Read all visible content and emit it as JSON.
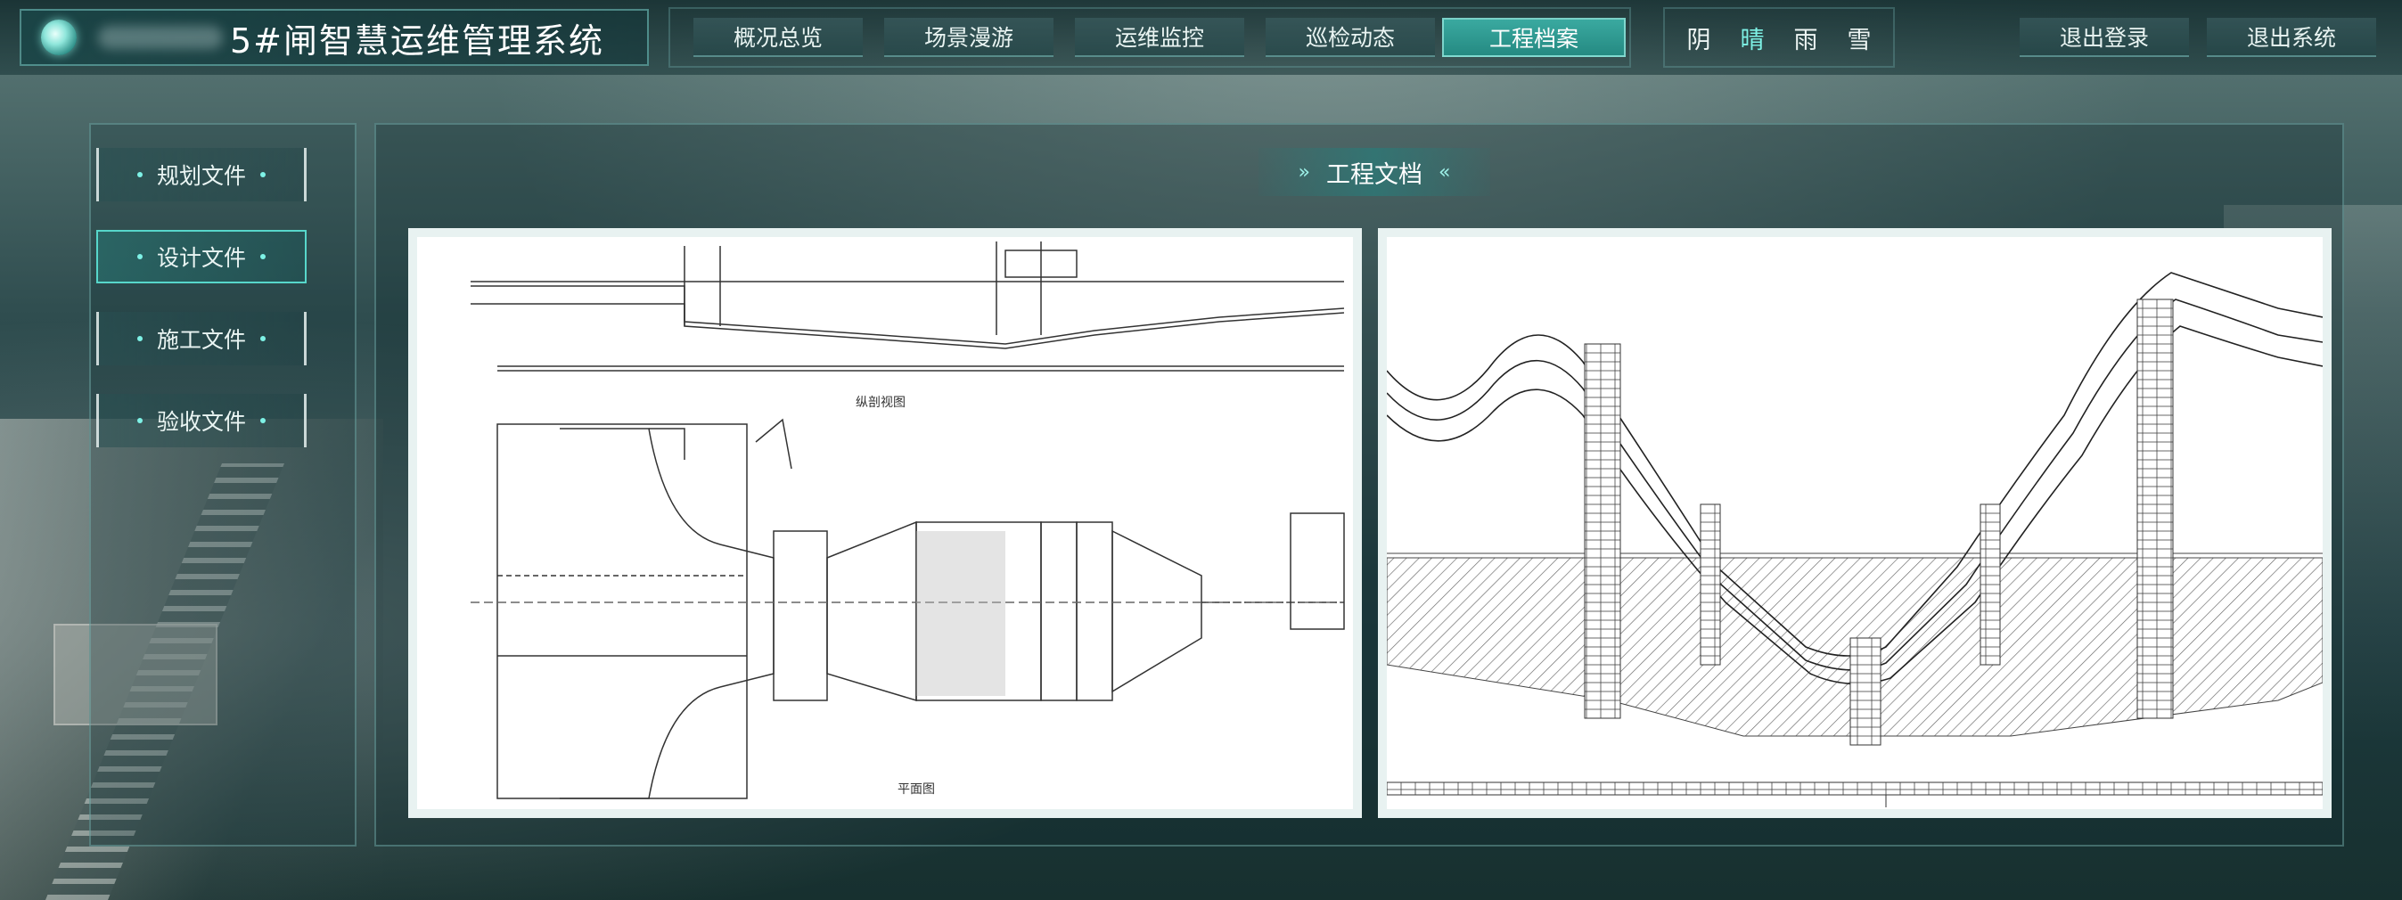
{
  "app": {
    "title": "5#闸智慧运维管理系统"
  },
  "nav": {
    "items": [
      {
        "label": "概况总览",
        "active": false
      },
      {
        "label": "场景漫游",
        "active": false
      },
      {
        "label": "运维监控",
        "active": false
      },
      {
        "label": "巡检动态",
        "active": false
      },
      {
        "label": "工程档案",
        "active": true
      }
    ]
  },
  "weather": {
    "items": [
      "阴",
      "晴",
      "雨",
      "雪"
    ],
    "active": "晴"
  },
  "actions": {
    "logout_label": "退出登录",
    "exit_label": "退出系统"
  },
  "sidebar": {
    "items": [
      {
        "label": "规划文件",
        "active": false
      },
      {
        "label": "设计文件",
        "active": true
      },
      {
        "label": "施工文件",
        "active": false
      },
      {
        "label": "验收文件",
        "active": false
      }
    ]
  },
  "main": {
    "section_title": "工程文档",
    "documents": [
      {
        "captions": [
          "纵剖视图",
          "平面图"
        ]
      },
      {
        "captions": []
      }
    ]
  },
  "colors": {
    "accent": "#3aa9a0",
    "highlight": "#7ef2e6",
    "panel_border": "#78b4b2"
  }
}
